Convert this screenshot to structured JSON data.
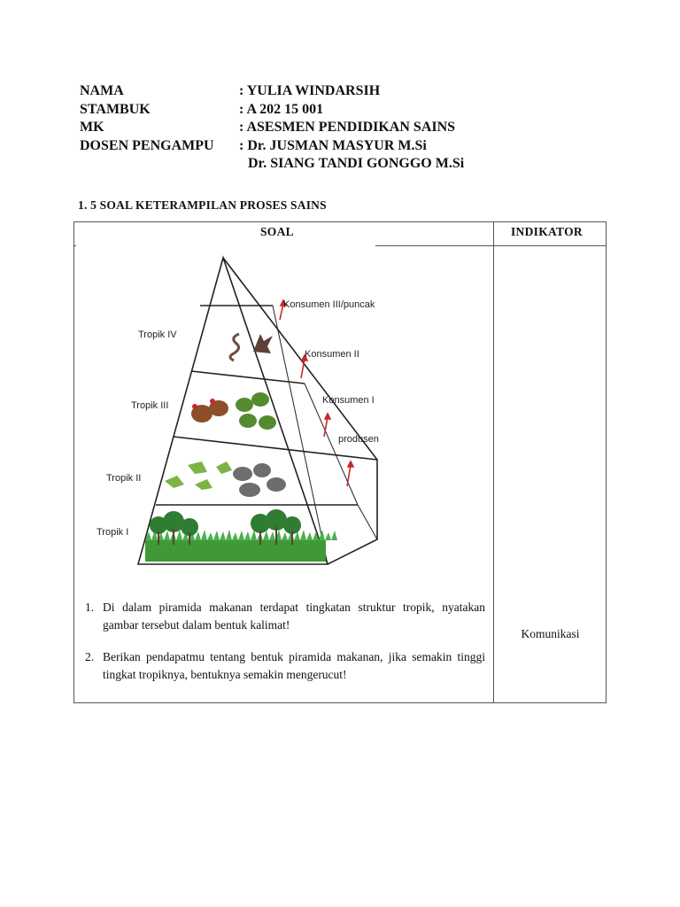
{
  "header": {
    "rows": [
      {
        "key": "NAMA",
        "value": ": YULIA WINDARSIH"
      },
      {
        "key": "STAMBUK",
        "value": ": A 202 15 001"
      },
      {
        "key": "MK",
        "value": ": ASESMEN PENDIDIKAN SAINS"
      },
      {
        "key": "DOSEN PENGAMPU",
        "value": ": Dr. JUSMAN MASYUR M.Si"
      }
    ],
    "extra_line": "Dr. SIANG TANDI GONGGO M.Si"
  },
  "section_title": "1.   5 SOAL KETERAMPILAN PROSES SAINS",
  "table": {
    "col_soal": "SOAL",
    "col_indikator": "INDIKATOR",
    "figure": {
      "tropik_labels": [
        "Tropik IV",
        "Tropik III",
        "Tropik II",
        "Tropik I"
      ],
      "level_labels": [
        "Konsumen III/puncak",
        "Konsumen II",
        "Konsumen I",
        "produsen"
      ]
    },
    "questions": [
      {
        "num": "1.",
        "text": "Di dalam piramida makanan terdapat tingkatan struktur tropik, nyatakan gambar tersebut dalam bentuk kalimat!"
      },
      {
        "num": "2.",
        "text": "Berikan pendapatmu tentang bentuk piramida makanan, jika semakin tinggi tingkat tropiknya, bentuknya semakin mengerucut!"
      }
    ],
    "indikator": "Komunikasi"
  },
  "colors": {
    "grass": "#3f9a35",
    "tree": "#2e7d32",
    "arrow": "#c62828"
  }
}
